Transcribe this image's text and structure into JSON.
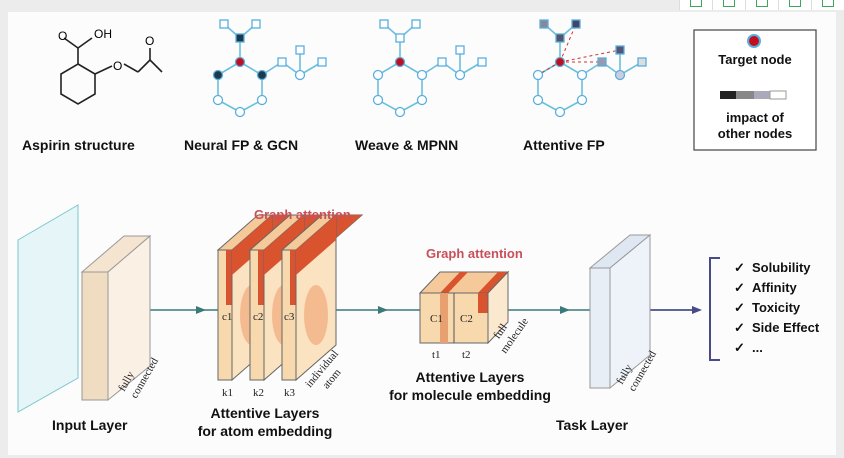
{
  "top_row": {
    "labels": [
      "Aspirin structure",
      "Neural FP & GCN",
      "Weave & MPNN",
      "Attentive FP"
    ],
    "aspirin_atoms": {
      "acid": "OH",
      "carbonyl_o": "O",
      "ester_o": "O"
    },
    "legend": {
      "target": "Target node",
      "impact_line1": "impact of",
      "impact_line2": "other nodes"
    }
  },
  "pipeline": {
    "input_label": "Input Layer",
    "fully_connected": [
      "fully",
      "connected"
    ],
    "graph_attention": "Graph attention",
    "atom_layers": [
      "Attentive Layers",
      "for atom embedding"
    ],
    "atom_channels": [
      "c1",
      "c2",
      "c3"
    ],
    "atom_k": [
      "k1",
      "k2",
      "k3"
    ],
    "individual_atom": [
      "individual",
      "atom"
    ],
    "mol_layers": [
      "Attentive Layers",
      "for molecule embedding"
    ],
    "mol_channels": [
      "C1",
      "C2"
    ],
    "mol_t": [
      "t1",
      "t2"
    ],
    "full_molecule": [
      "full",
      "molecule"
    ],
    "task_label": "Task Layer",
    "outputs": [
      "Solubility",
      "Affinity",
      "Toxicity",
      "Side Effect",
      "..."
    ],
    "check": "✓"
  },
  "colors": {
    "accent": "#c8505a",
    "node": "#7cc8e0",
    "target": "#c01020",
    "orange": "#f2b66e",
    "red": "#d9532e"
  }
}
